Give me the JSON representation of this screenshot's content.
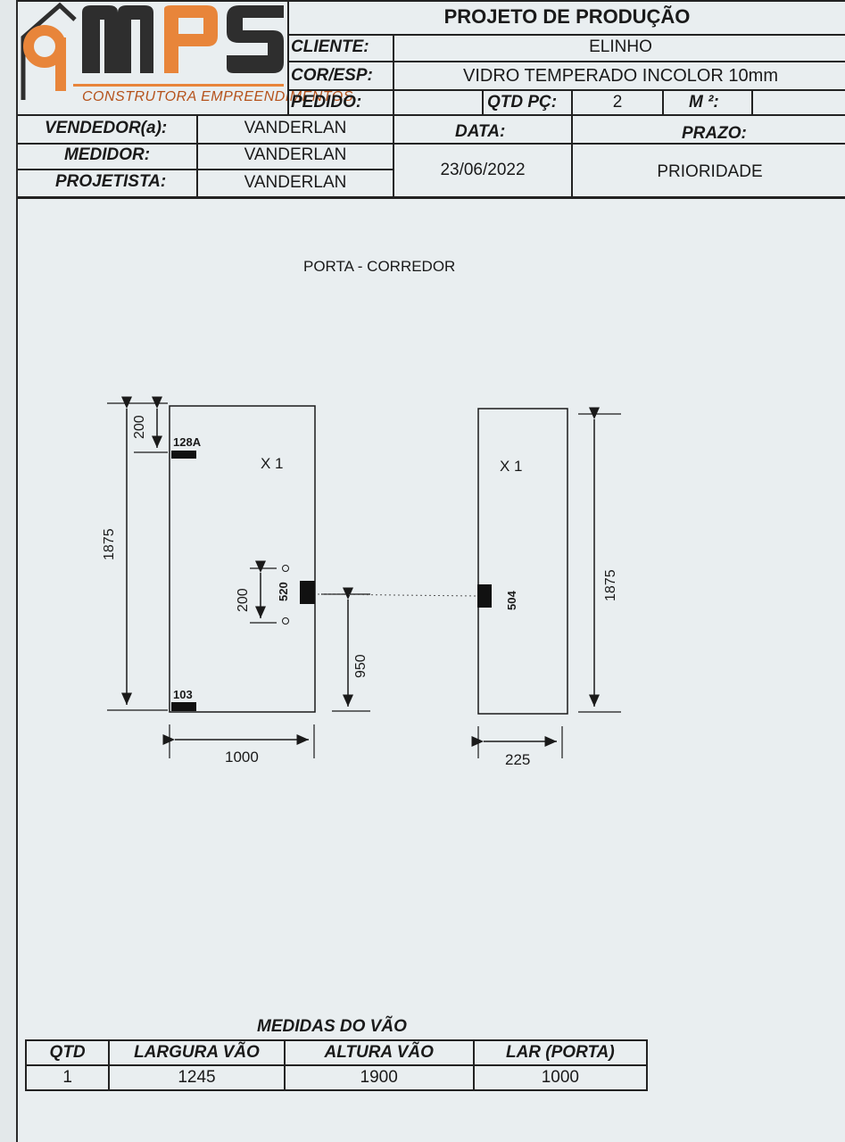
{
  "header": {
    "title": "PROJETO DE PRODUÇÃO",
    "logo_text": "MPS",
    "logo_subtitle": "CONSTRUTORA EMPREENDIMENTOS",
    "cliente_label": "CLIENTE:",
    "cliente_value": "ELINHO",
    "cor_label": "COR/ESP:",
    "cor_value": "VIDRO TEMPERADO INCOLOR 10mm",
    "pedido_label": "PEDIDO:",
    "qtd_label": "QTD PÇ:",
    "qtd_value": "2",
    "m2_label": "M ²:",
    "vendedor_label": "VENDEDOR(a):",
    "vendedor_value": "VANDERLAN",
    "medidor_label": "MEDIDOR:",
    "medidor_value": "VANDERLAN",
    "projetista_label": "PROJETISTA:",
    "projetista_value": "VANDERLAN",
    "data_label": "DATA:",
    "data_value": "23/06/2022",
    "prazo_label": "PRAZO:",
    "prioridade_value": "PRIORIDADE"
  },
  "drawing": {
    "title": "PORTA - CORREDOR",
    "left_panel": {
      "qty": "X 1",
      "height": "1875",
      "width": "1000",
      "top_offset": "200",
      "hinge_top": "128A",
      "hinge_bottom": "103",
      "handle_spacing": "200",
      "handle_code": "520",
      "handle_height": "950"
    },
    "right_panel": {
      "qty": "X 1",
      "height": "1875",
      "width": "225",
      "lock_code": "504"
    }
  },
  "measures": {
    "title": "MEDIDAS DO VÃO",
    "headers": [
      "QTD",
      "LARGURA VÃO",
      "ALTURA VÃO",
      "LAR (PORTA)"
    ],
    "row": [
      "1",
      "1245",
      "1900",
      "1000"
    ]
  },
  "colors": {
    "logo_orange": "#e8853a",
    "logo_dark": "#2e2e2e",
    "paper": "#e9eef0"
  }
}
